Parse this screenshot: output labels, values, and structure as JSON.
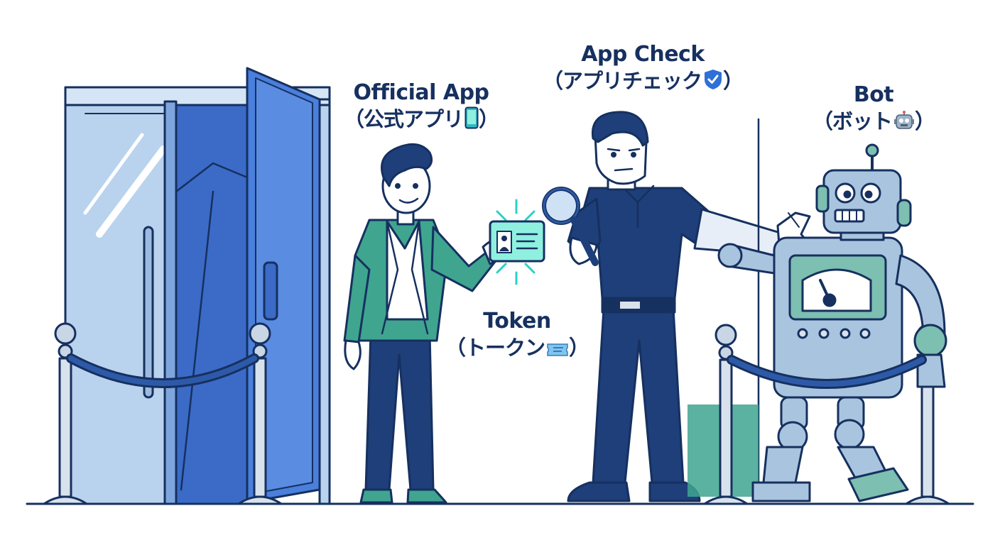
{
  "labels": {
    "official_app": {
      "en": "Official App",
      "ja": "（公式アプリ",
      "close": "）",
      "icon": "smartphone-icon"
    },
    "app_check": {
      "en": "App Check",
      "ja": "（アプリチェック",
      "close": "）",
      "icon": "shield-check-icon"
    },
    "bot": {
      "en": "Bot",
      "ja": "（ボット",
      "close": "）",
      "icon": "robot-face-icon"
    },
    "token": {
      "en": "Token",
      "ja": "（トークン",
      "close": "）",
      "icon": "ticket-icon"
    }
  },
  "colors": {
    "outline": "#16305f",
    "navy": "#1e3f7a",
    "teal": "#3fa58f",
    "light_blue": "#b9d3ee",
    "door_blue": "#4a7fdc",
    "robot_teal": "#7dbfb0",
    "robot_gray": "#a9c4de"
  }
}
